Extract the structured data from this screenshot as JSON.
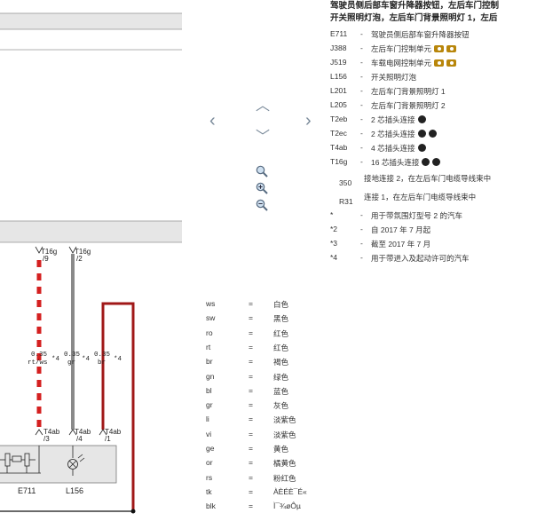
{
  "title_lines": [
    "驾驶员侧后部车窗升降器按钮，左后车门控制",
    "开关照明灯泡，左后车门背景照明灯 1，左后"
  ],
  "legend": [
    {
      "code": "E711",
      "sep": "-",
      "desc": "驾驶员侧后部车窗升降器按钮",
      "icons": []
    },
    {
      "code": "J388",
      "sep": "-",
      "desc": "左后车门控制单元",
      "icons": [
        "camera-icon",
        "camera-icon"
      ]
    },
    {
      "code": "J519",
      "sep": "-",
      "desc": "车载电网控制单元",
      "icons": [
        "camera-icon",
        "camera-icon"
      ]
    },
    {
      "code": "L156",
      "sep": "-",
      "desc": "开关照明灯泡",
      "icons": []
    },
    {
      "code": "L201",
      "sep": "-",
      "desc": "左后车门背景照明灯 1",
      "icons": []
    },
    {
      "code": "L205",
      "sep": "-",
      "desc": "左后车门背景照明灯 2",
      "icons": []
    },
    {
      "code": "T2eb",
      "sep": "-",
      "desc": "2 芯插头连接",
      "icons": [
        "connector-icon"
      ]
    },
    {
      "code": "T2ec",
      "sep": "-",
      "desc": "2 芯插头连接",
      "icons": [
        "connector-icon",
        "connector-icon"
      ]
    },
    {
      "code": "T4ab",
      "sep": "-",
      "desc": "4 芯插头连接",
      "icons": [
        "connector-icon"
      ]
    },
    {
      "code": "T16g",
      "sep": "-",
      "desc": "16 芯插头连接",
      "icons": [
        "connector-icon",
        "connector-icon"
      ]
    },
    {
      "code": "350",
      "sep": "",
      "desc": "接地连接 2，在左后车门电缆导线束中",
      "icons": []
    },
    {
      "code": "R31",
      "sep": "",
      "desc": "连接 1，在左后车门电缆导线束中",
      "icons": []
    },
    {
      "code": "*",
      "sep": "-",
      "desc": "用于带氛围灯型号 2 的汽车",
      "icons": []
    },
    {
      "code": "*2",
      "sep": "-",
      "desc": "自 2017 年 7 月起",
      "icons": []
    },
    {
      "code": "*3",
      "sep": "-",
      "desc": "截至 2017 年 7 月",
      "icons": []
    },
    {
      "code": "*4",
      "sep": "-",
      "desc": "用于带进入及起动许可的汽车",
      "icons": []
    }
  ],
  "colors": [
    {
      "code": "ws",
      "eq": "=",
      "name": "白色"
    },
    {
      "code": "sw",
      "eq": "=",
      "name": "黑色"
    },
    {
      "code": "ro",
      "eq": "=",
      "name": "红色"
    },
    {
      "code": "rt",
      "eq": "=",
      "name": "红色"
    },
    {
      "code": "br",
      "eq": "=",
      "name": "褐色"
    },
    {
      "code": "gn",
      "eq": "=",
      "name": "绿色"
    },
    {
      "code": "bl",
      "eq": "=",
      "name": "蓝色"
    },
    {
      "code": "gr",
      "eq": "=",
      "name": "灰色"
    },
    {
      "code": "li",
      "eq": "=",
      "name": "淡紫色"
    },
    {
      "code": "vi",
      "eq": "=",
      "name": "淡紫色"
    },
    {
      "code": "ge",
      "eq": "=",
      "name": "黄色"
    },
    {
      "code": "or",
      "eq": "=",
      "name": "橘黄色"
    },
    {
      "code": "rs",
      "eq": "=",
      "name": "粉红色"
    },
    {
      "code": "tk",
      "eq": "=",
      "name": "ÀÈÉÈ¯É«"
    },
    {
      "code": "blk",
      "eq": "=",
      "name": "Ì¯¾øÔµ"
    }
  ],
  "diagram": {
    "connector_top": [
      {
        "code": "T16g",
        "pin": "/9"
      },
      {
        "code": "T16g",
        "pin": "/2"
      }
    ],
    "wires": [
      {
        "size": "0.35",
        "color": "rt/ws",
        "note": "*4"
      },
      {
        "size": "0.35",
        "color": "gr",
        "note": "*4"
      },
      {
        "size": "0.35",
        "color": "br",
        "note": "*4"
      }
    ],
    "connector_bottom": [
      {
        "code": "T4ab",
        "pin": "/3"
      },
      {
        "code": "T4ab",
        "pin": "/4"
      },
      {
        "code": "T4ab",
        "pin": "/1"
      }
    ],
    "components": [
      "E711",
      "L156"
    ],
    "colors": {
      "red": "#d42020",
      "gray": "#8a8a8a",
      "darkred": "#a01818",
      "ground": "#111111"
    }
  },
  "nav": {
    "left": "‹",
    "right": "›",
    "up": "︿",
    "down": "﹀",
    "zoom": [
      "zoom-fit-icon",
      "zoom-in-icon",
      "zoom-out-icon"
    ]
  }
}
